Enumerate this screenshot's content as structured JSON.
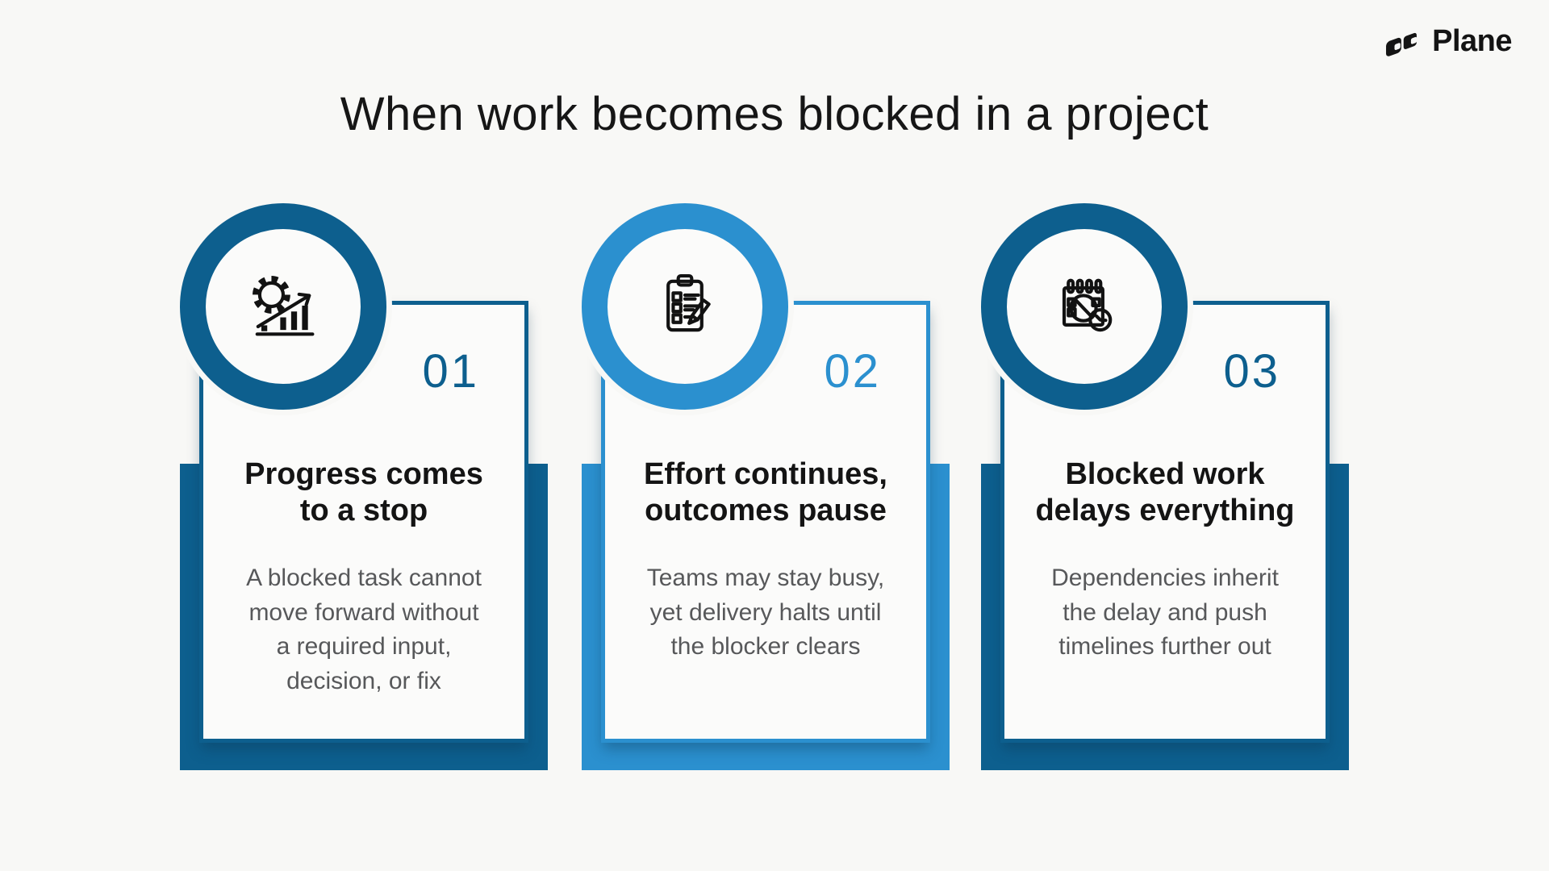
{
  "page": {
    "title": "When work becomes blocked in a project"
  },
  "logo": {
    "text": "Plane",
    "icon": "plane-logo-icon"
  },
  "colors": {
    "background": "#f8f8f6",
    "dark_blue": "#0d5f8e",
    "light_blue": "#2b90cf",
    "heading_text": "#141414",
    "body_text": "#57585a"
  },
  "cards": [
    {
      "number": "01",
      "theme": "dark",
      "icon": "growth-gear-icon",
      "title": "Progress comes\nto a stop",
      "description": "A blocked task cannot\nmove forward without\na required input,\ndecision, or fix"
    },
    {
      "number": "02",
      "theme": "light",
      "icon": "checklist-pencil-icon",
      "title": "Effort continues,\noutcomes pause",
      "description": "Teams may stay busy,\nyet delivery halts until\nthe blocker clears"
    },
    {
      "number": "03",
      "theme": "dark",
      "icon": "calendar-blocked-clock-icon",
      "title": "Blocked work\ndelays everything",
      "description": "Dependencies inherit\nthe delay and push\ntimelines further out"
    }
  ]
}
